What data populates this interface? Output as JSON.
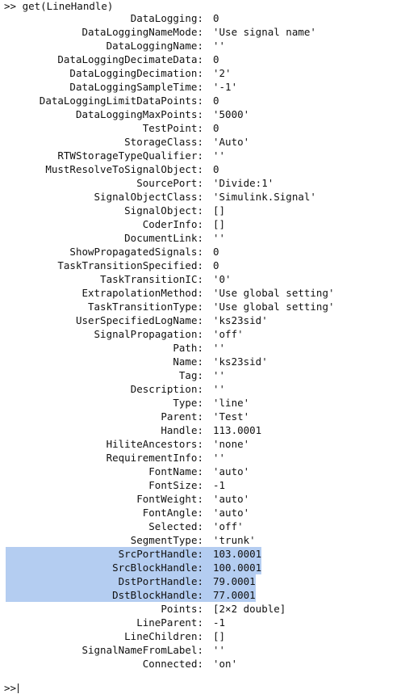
{
  "command": ">> get(LineHandle)",
  "prompt_symbol": ">>",
  "properties": [
    {
      "key": "DataLogging",
      "value": "0"
    },
    {
      "key": "DataLoggingNameMode",
      "value": "'Use signal name'"
    },
    {
      "key": "DataLoggingName",
      "value": "''"
    },
    {
      "key": "DataLoggingDecimateData",
      "value": "0"
    },
    {
      "key": "DataLoggingDecimation",
      "value": "'2'"
    },
    {
      "key": "DataLoggingSampleTime",
      "value": "'-1'"
    },
    {
      "key": "DataLoggingLimitDataPoints",
      "value": "0"
    },
    {
      "key": "DataLoggingMaxPoints",
      "value": "'5000'"
    },
    {
      "key": "TestPoint",
      "value": "0"
    },
    {
      "key": "StorageClass",
      "value": "'Auto'"
    },
    {
      "key": "RTWStorageTypeQualifier",
      "value": "''"
    },
    {
      "key": "MustResolveToSignalObject",
      "value": "0"
    },
    {
      "key": "SourcePort",
      "value": "'Divide:1'"
    },
    {
      "key": "SignalObjectClass",
      "value": "'Simulink.Signal'"
    },
    {
      "key": "SignalObject",
      "value": "[]"
    },
    {
      "key": "CoderInfo",
      "value": "[]"
    },
    {
      "key": "DocumentLink",
      "value": "''"
    },
    {
      "key": "ShowPropagatedSignals",
      "value": "0"
    },
    {
      "key": "TaskTransitionSpecified",
      "value": "0"
    },
    {
      "key": "TaskTransitionIC",
      "value": "'0'"
    },
    {
      "key": "ExtrapolationMethod",
      "value": "'Use global setting'"
    },
    {
      "key": "TaskTransitionType",
      "value": "'Use global setting'"
    },
    {
      "key": "UserSpecifiedLogName",
      "value": "'ks23sid'"
    },
    {
      "key": "SignalPropagation",
      "value": "'off'"
    },
    {
      "key": "Path",
      "value": "''"
    },
    {
      "key": "Name",
      "value": "'ks23sid'"
    },
    {
      "key": "Tag",
      "value": "''"
    },
    {
      "key": "Description",
      "value": "''"
    },
    {
      "key": "Type",
      "value": "'line'"
    },
    {
      "key": "Parent",
      "value": "'Test'"
    },
    {
      "key": "Handle",
      "value": "113.0001"
    },
    {
      "key": "HiliteAncestors",
      "value": "'none'"
    },
    {
      "key": "RequirementInfo",
      "value": "''"
    },
    {
      "key": "FontName",
      "value": "'auto'"
    },
    {
      "key": "FontSize",
      "value": "-1"
    },
    {
      "key": "FontWeight",
      "value": "'auto'"
    },
    {
      "key": "FontAngle",
      "value": "'auto'"
    },
    {
      "key": "Selected",
      "value": "'off'"
    },
    {
      "key": "SegmentType",
      "value": "'trunk'"
    },
    {
      "key": "SrcPortHandle",
      "value": "103.0001",
      "selected": true
    },
    {
      "key": "SrcBlockHandle",
      "value": "100.0001",
      "selected": true
    },
    {
      "key": "DstPortHandle",
      "value": "79.0001",
      "selected": true
    },
    {
      "key": "DstBlockHandle",
      "value": "77.0001",
      "selected": true
    },
    {
      "key": "Points",
      "value": "[2×2 double]"
    },
    {
      "key": "LineParent",
      "value": "-1"
    },
    {
      "key": "LineChildren",
      "value": "[]"
    },
    {
      "key": "SignalNameFromLabel",
      "value": "''"
    },
    {
      "key": "Connected",
      "value": "'on'"
    }
  ],
  "colors": {
    "selection": "#b4cdf1",
    "text": "#111111",
    "background": "#ffffff"
  }
}
